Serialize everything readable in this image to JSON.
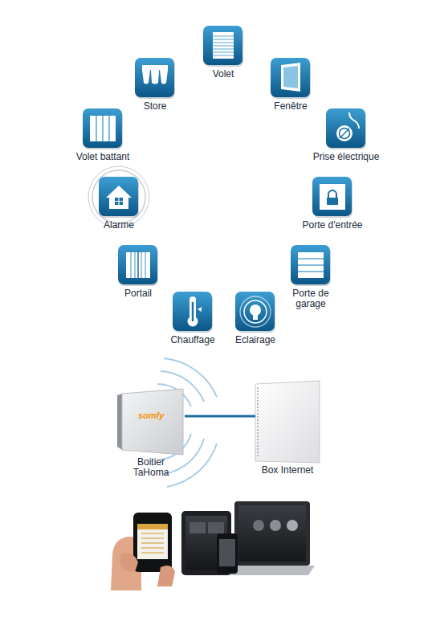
{
  "diagram": {
    "nodes": [
      {
        "text": [
          "Volet"
        ]
      },
      {
        "text": [
          "Store"
        ]
      },
      {
        "text": [
          "Fenêtre"
        ]
      },
      {
        "text": [
          "Volet battant"
        ]
      },
      {
        "text": [
          "Prise électrique"
        ]
      },
      {
        "text": [
          "Alarme"
        ]
      },
      {
        "text": [
          "Porte d'entrée"
        ]
      },
      {
        "text": [
          "Portail"
        ]
      },
      {
        "text": [
          "Porte de garage"
        ]
      },
      {
        "text": [
          "Chauffage"
        ]
      },
      {
        "text": [
          "Eclairage"
        ]
      },
      {
        "text": [
          "Boitier TaHoma"
        ]
      },
      {
        "text": [
          "Box Internet"
        ]
      }
    ],
    "edges": [
      {
        "from": 11,
        "to": 12,
        "arrow": "none"
      }
    ],
    "labels": [
      "somfy"
    ]
  }
}
